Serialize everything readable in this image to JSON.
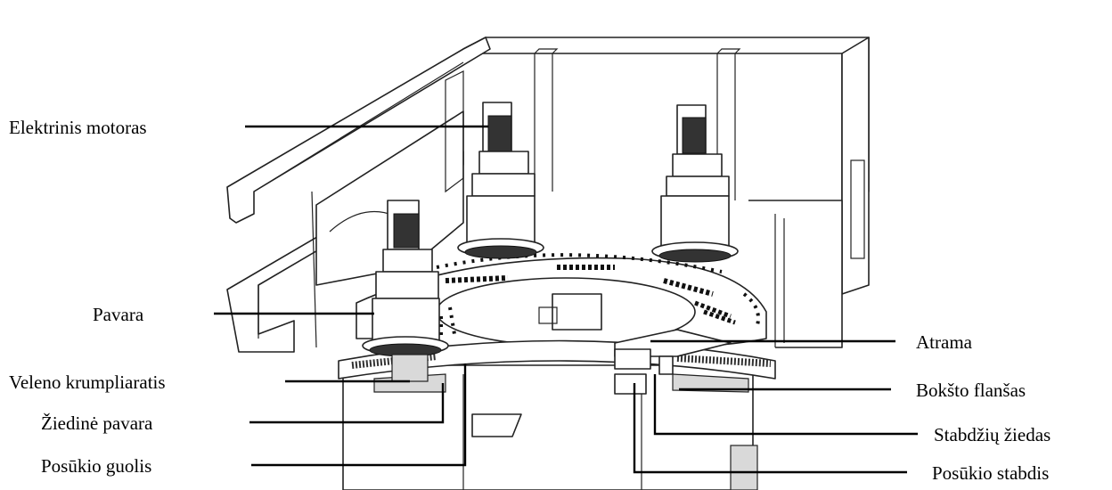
{
  "diagram": {
    "labels": {
      "motor": "Elektrinis motoras",
      "gearbox": "Pavara",
      "pinion": "Veleno krumpliaratis",
      "ring_gear": "Žiedinė pavara",
      "yaw_bearing": "Posūkio guolis",
      "support": "Atrama",
      "tower_flange": "Bokšto flanšas",
      "brake_ring": "Stabdžių žiedas",
      "yaw_brake": "Posūkio stabdis"
    }
  }
}
